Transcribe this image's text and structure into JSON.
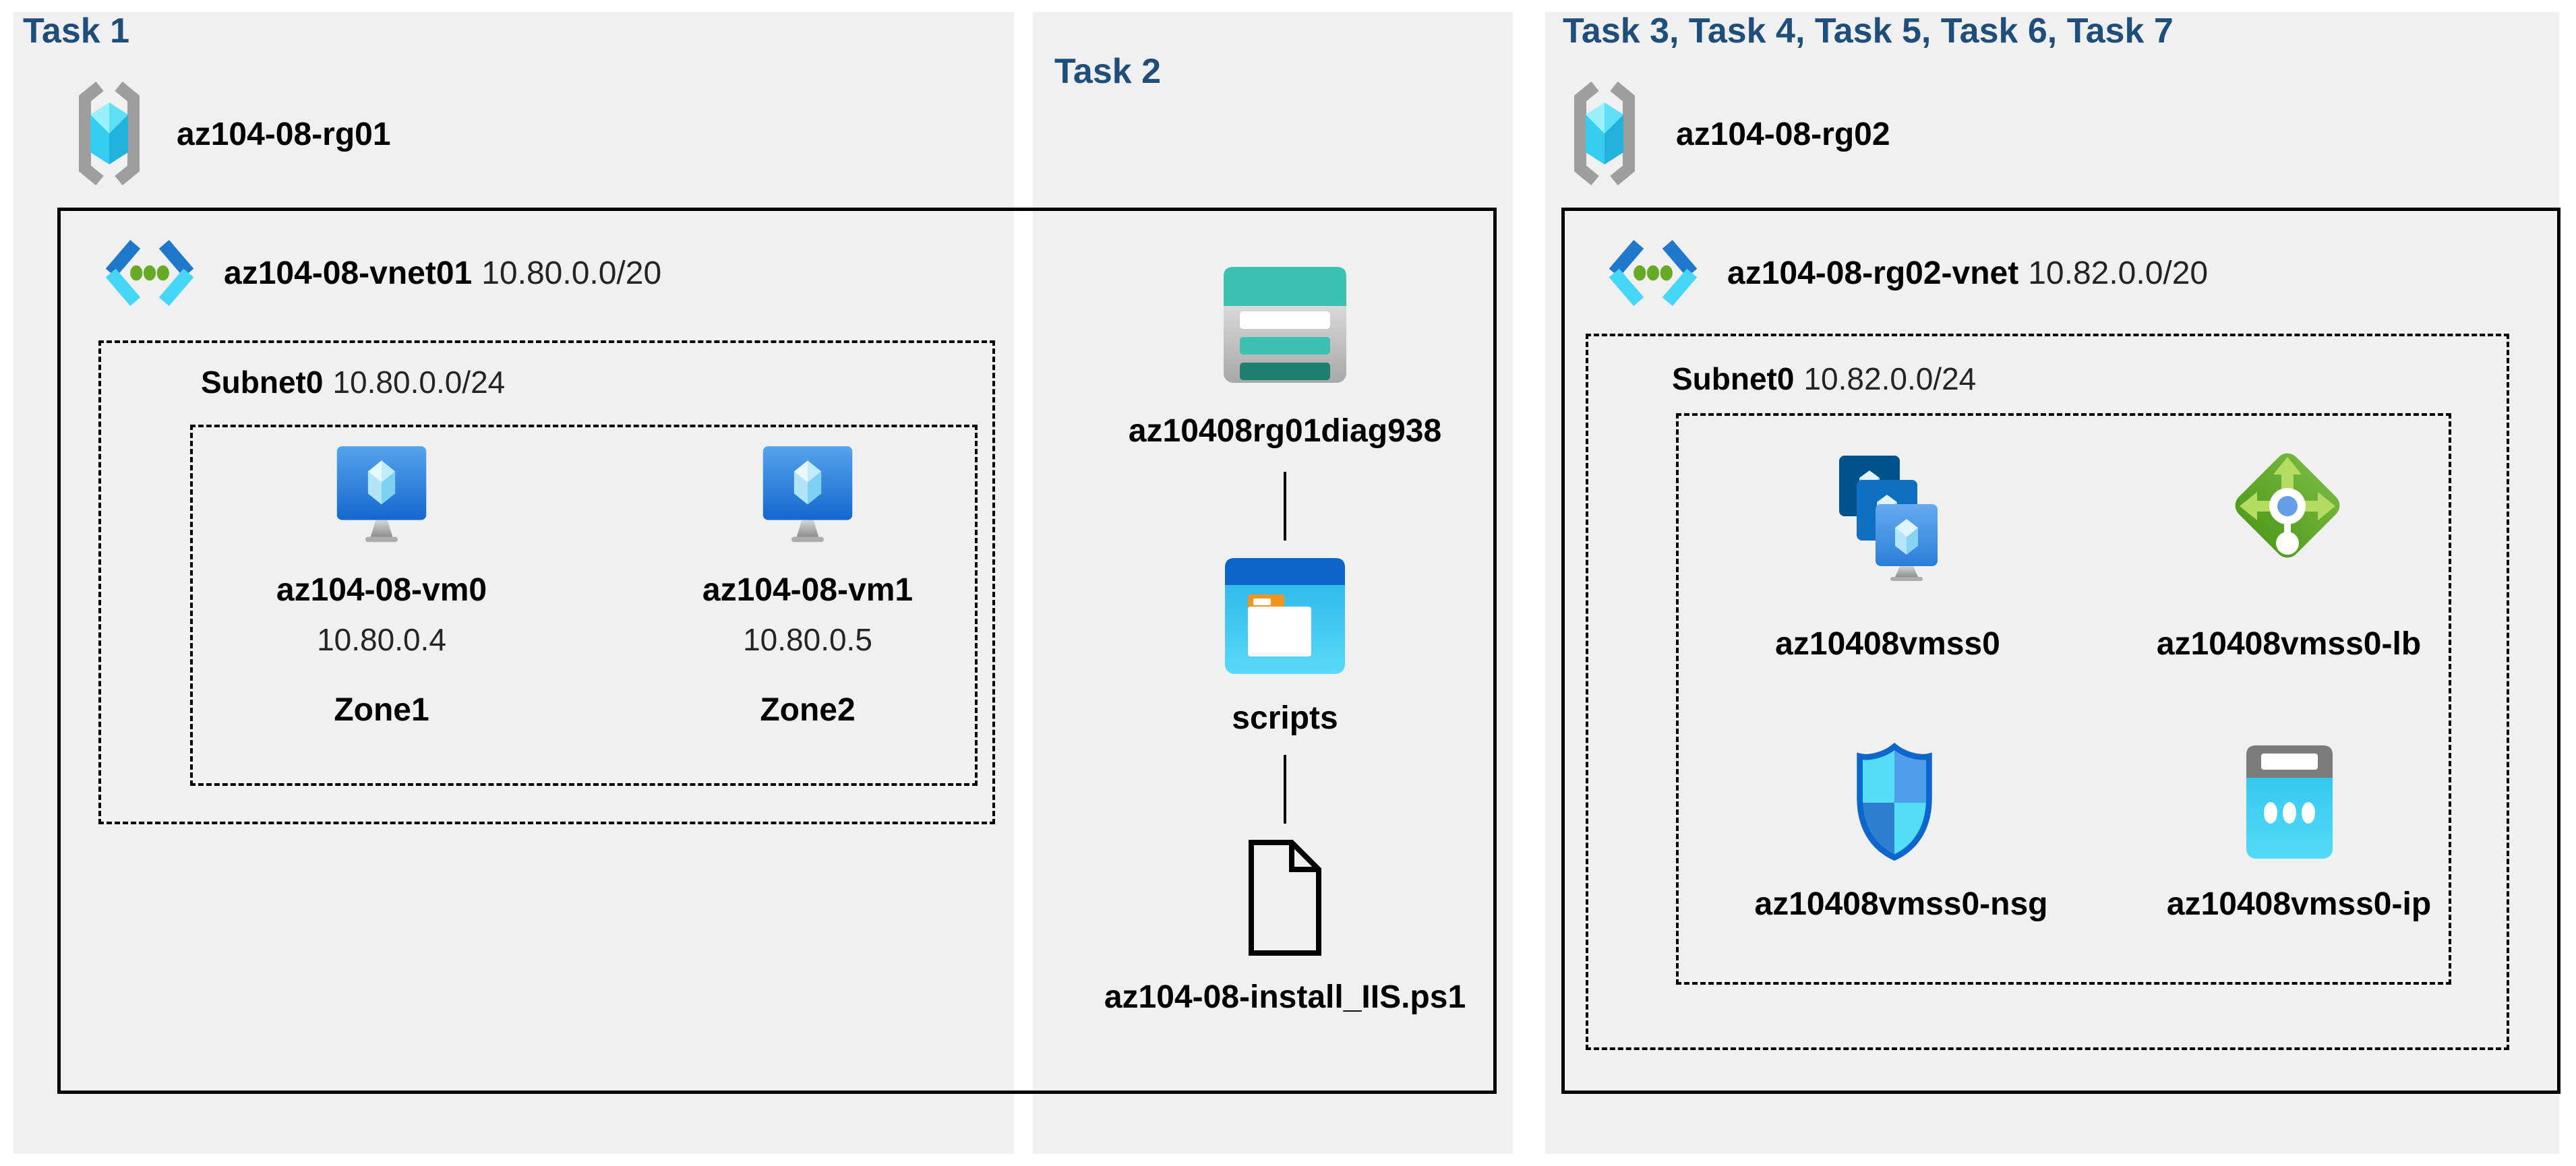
{
  "colors": {
    "background": "#ffffff",
    "panel_background": "#f0f0f0",
    "header_text": "#1e4e79",
    "label_text": "#000000",
    "box_border": "#000000",
    "azure_blue": "#1f78cc",
    "azure_cyan": "#50d8f8",
    "azure_green": "#67aa28",
    "storage_teal": "#3cc2b2",
    "lb_green": "#61ab2d",
    "ip_cyan": "#32cbef"
  },
  "icons": {
    "resource_group": "resource-group-icon",
    "virtual_network": "virtual-network-icon",
    "virtual_machine": "virtual-machine-icon",
    "storage_account": "storage-account-icon",
    "blob_container": "blob-container-icon",
    "script_file": "file-icon",
    "vm_scale_set": "vm-scale-set-icon",
    "load_balancer": "load-balancer-icon",
    "network_security_group": "nsg-shield-icon",
    "public_ip": "public-ip-icon"
  },
  "task1": {
    "header": "Task 1",
    "resource_group": "az104-08-rg01",
    "vnet_name": "az104-08-vnet01",
    "vnet_cidr": "10.80.0.0/20",
    "subnet_name": "Subnet0",
    "subnet_cidr": "10.80.0.0/24",
    "vms": [
      {
        "name": "az104-08-vm0",
        "ip": "10.80.0.4",
        "zone": "Zone1"
      },
      {
        "name": "az104-08-vm1",
        "ip": "10.80.0.5",
        "zone": "Zone2"
      }
    ]
  },
  "task2": {
    "header": "Task 2",
    "storage_account": "az10408rg01diag938",
    "container": "scripts",
    "script_file": "az104-08-install_IIS.ps1"
  },
  "task3": {
    "header": "Task 3, Task 4, Task 5, Task 6, Task 7",
    "resource_group": "az104-08-rg02",
    "vnet_name": "az104-08-rg02-vnet",
    "vnet_cidr": "10.82.0.0/20",
    "subnet_name": "Subnet0",
    "subnet_cidr": "10.82.0.0/24",
    "resources": {
      "vmss": "az10408vmss0",
      "lb": "az10408vmss0-lb",
      "nsg": "az10408vmss0-nsg",
      "ip": "az10408vmss0-ip"
    }
  }
}
